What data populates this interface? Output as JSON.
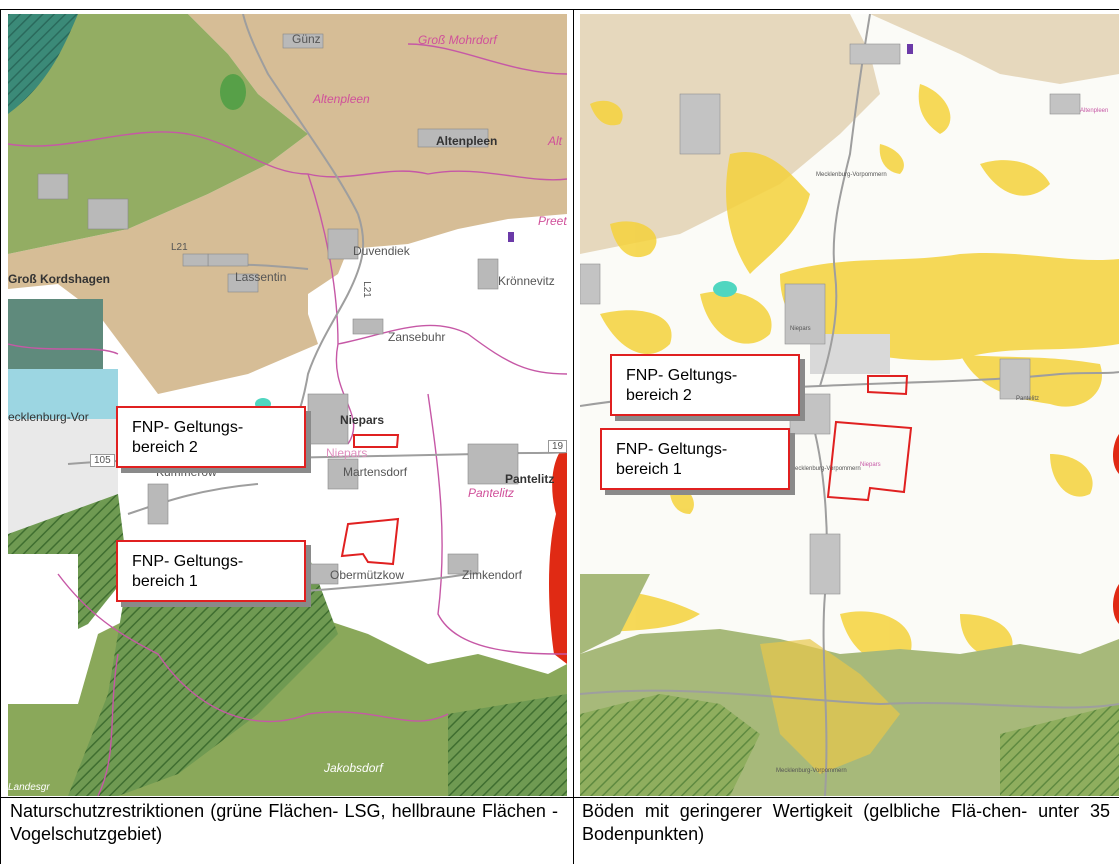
{
  "left_panel": {
    "places": {
      "guenz": "Günz",
      "gross_mohrdorf": "Groß Mohrdorf",
      "altenpleen_italic": "Altenpleen",
      "altenpleen": "Altenpleen",
      "alt_cut": "Alt",
      "preetz": "Preetz",
      "l21": "L21",
      "duvendiek": "Duvendiek",
      "lassentin": "Lassentin",
      "l21_vertical": "L21",
      "groß_kordshagen": "Groß Kordshagen",
      "kroennevitz": "Krönnevitz",
      "zansebuhr": "Zansebuhr",
      "mecklenburg_vor": "ecklenburg-Vor",
      "niepars": "Niepars",
      "niepars_italic": "Niepars",
      "road_105": "105",
      "road_19": "19",
      "kummerow": "Kummerow",
      "martensdorf": "Martensdorf",
      "pantelitz": "Pantelitz",
      "pantelitz_italic": "Pantelitz",
      "obermuetzkow": "Obermützkow",
      "zimkendorf": "Zimkendorf",
      "jakobsdorf": "Jakobsdorf",
      "landesgrenze": "Landesgr"
    },
    "callout_2": {
      "line1": "FNP- Geltungs-",
      "line2": "bereich 2"
    },
    "callout_1": {
      "line1": "FNP- Geltungs-",
      "line2": "bereich 1"
    },
    "caption": "Naturschutzrestriktionen (grüne Flächen- LSG, hellbraune Flächen - Vogelschutzgebiet)"
  },
  "right_panel": {
    "places": {
      "mecklenburg_vorpommern_top": "Mecklenburg-Vorpommern",
      "niepars": "Niepars",
      "pantelitz": "Pantelitz",
      "mecklenburg_vorpommern_mid": "Mecklenburg-Vorpommern",
      "niepars_small": "Niepars",
      "altenpleen": "Altenpleen",
      "mecklenburg_vorpommern_bottom": "Mecklenburg-Vorpommern"
    },
    "callout_2": {
      "line1": "FNP- Geltungs-",
      "line2": "bereich 2"
    },
    "callout_1": {
      "line1": "FNP- Geltungs-",
      "line2": "bereich 1"
    },
    "caption": "Böden mit geringerer Wertigkeit (gelbliche Flä-chen- unter 35 Bodenpunkten)"
  },
  "legend_colors": {
    "lsg_green": "#8aa85a",
    "vogelschutz_brown": "#d6bd96",
    "low_value_soil_yellow": "#f5d23c",
    "boundary_pink": "#c658a6",
    "site_outline_red": "#e02020",
    "water_teal": "#2e7b6e"
  }
}
